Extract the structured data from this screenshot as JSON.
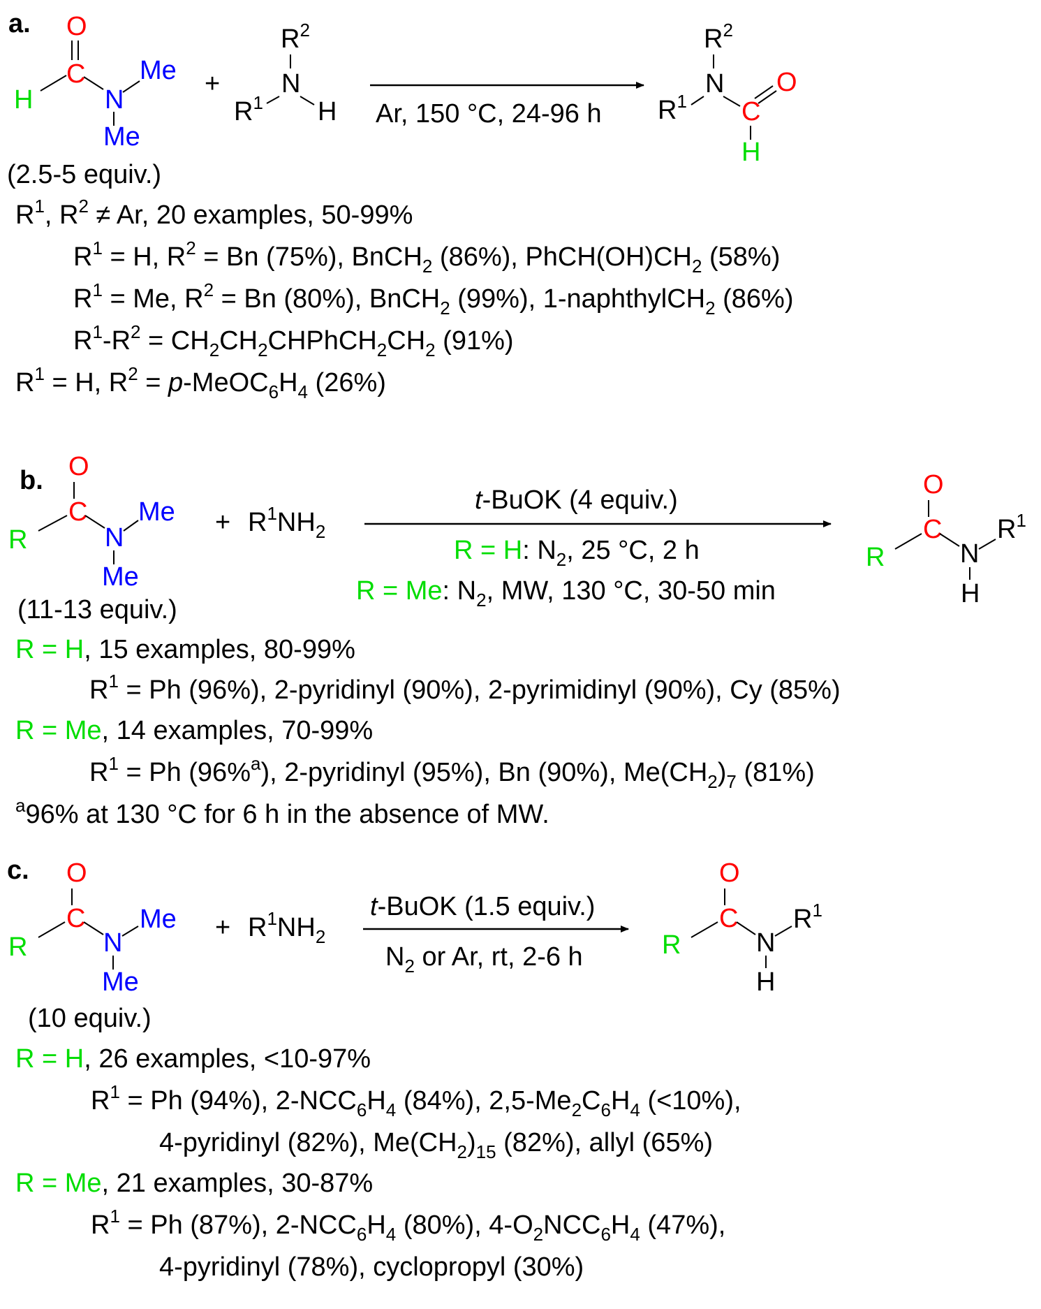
{
  "colors": {
    "oxygen_carbon": "#ff0000",
    "nitrogen_me": "#0000ff",
    "R_group": "#00dd00",
    "text": "#000000"
  },
  "atoms": {
    "O": "O",
    "C": "C",
    "N": "N",
    "H": "H",
    "Me": "Me",
    "R": "R"
  },
  "panel_a": {
    "label": "a.",
    "reagent_equiv": "(2.5-5 equiv.)",
    "plus": "+",
    "conditions": "Ar, 150 °C, 24-96 h",
    "lines": [
      "R1, R2 ≠ Ar, 20 examples, 50-99%",
      "R1 = H, R2 = Bn (75%), BnCH2 (86%), PhCH(OH)CH2 (58%)",
      "R1 = Me, R2 = Bn (80%), BnCH2 (99%), 1-naphthylCH2 (86%)",
      "R1-R2 = CH2CH2CHPhCH2CH2 (91%)",
      "R1 = H, R2 =  p-MeOC6H4 (26%)"
    ]
  },
  "panel_b": {
    "label": "b.",
    "reagent_equiv": "(11-13 equiv.)",
    "plus": "+",
    "amine": "R1NH2",
    "cond_top": "t-BuOK (4 equiv.)",
    "cond_mid": "R = H: N2, 25 °C, 2 h",
    "cond_bot": "R = Me: N2, MW, 130 °C, 30-50 min",
    "lines": [
      "R = H, 15 examples, 80-99%",
      "R1 = Ph (96%), 2-pyridinyl (90%), 2-pyrimidinyl (90%), Cy (85%)",
      "R = Me, 14 examples, 70-99%",
      "R1 = Ph (96%a), 2-pyridinyl (95%), Bn (90%), Me(CH2)7 (81%)",
      "a96% at 130 °C for 6 h in the absence of MW."
    ]
  },
  "panel_c": {
    "label": "c.",
    "reagent_equiv": "(10 equiv.)",
    "plus": "+",
    "amine": "R1NH2",
    "cond_top": "t-BuOK (1.5 equiv.)",
    "cond_bot": "N2 or Ar, rt, 2-6 h",
    "lines": [
      "R = H, 26 examples, <10-97%",
      "R1 = Ph (94%), 2-NCC6H4 (84%), 2,5-Me2C6H4 (<10%),",
      "4-pyridinyl (82%), Me(CH2)15 (82%), allyl (65%)",
      "R = Me, 21 examples, 30-87%",
      "R1 = Ph (87%), 2-NCC6H4 (80%), 4-O2NCC6H4 (47%),",
      "4-pyridinyl (78%), cyclopropyl (30%)"
    ]
  }
}
